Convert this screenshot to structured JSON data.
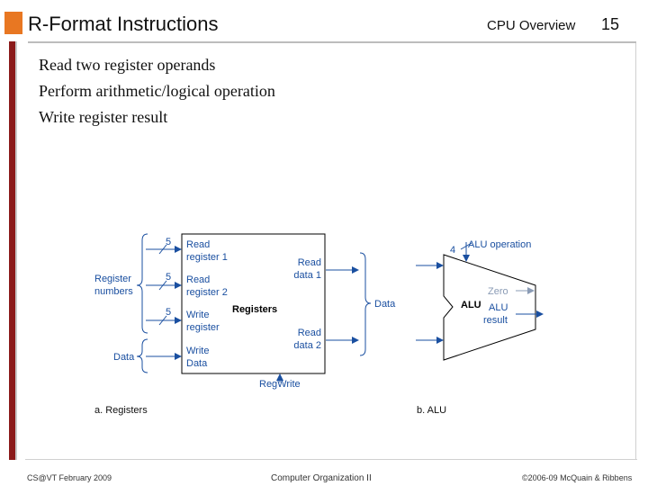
{
  "header": {
    "title": "R-Format Instructions",
    "section": "CPU Overview",
    "page": "15"
  },
  "bullets": [
    "Read two register operands",
    "Perform arithmetic/logical operation",
    "Write register result"
  ],
  "diagram": {
    "registers": {
      "bus_width": "5",
      "group_label_1": "Register",
      "group_label_2": "numbers",
      "data_in_label": "Data",
      "read_reg1_a": "Read",
      "read_reg1_b": "register 1",
      "read_reg2_a": "Read",
      "read_reg2_b": "register 2",
      "write_reg_a": "Write",
      "write_reg_b": "register",
      "write_data_a": "Write",
      "write_data_b": "Data",
      "title": "Registers",
      "read_data1_a": "Read",
      "read_data1_b": "data 1",
      "read_data2_a": "Read",
      "read_data2_b": "data 2",
      "data_out_label": "Data",
      "regwrite": "RegWrite",
      "caption": "a. Registers"
    },
    "alu": {
      "op_width": "4",
      "op_label": "ALU operation",
      "title": "ALU",
      "zero": "Zero",
      "result_a": "ALU",
      "result_b": "result",
      "caption": "b. ALU"
    },
    "colors": {
      "blue": "#1a4fa0",
      "zero_gray": "#8a9bb5",
      "box": "#000000"
    }
  },
  "footer": {
    "left": "CS@VT February 2009",
    "center": "Computer Organization II",
    "right": "©2006-09  McQuain & Ribbens"
  }
}
